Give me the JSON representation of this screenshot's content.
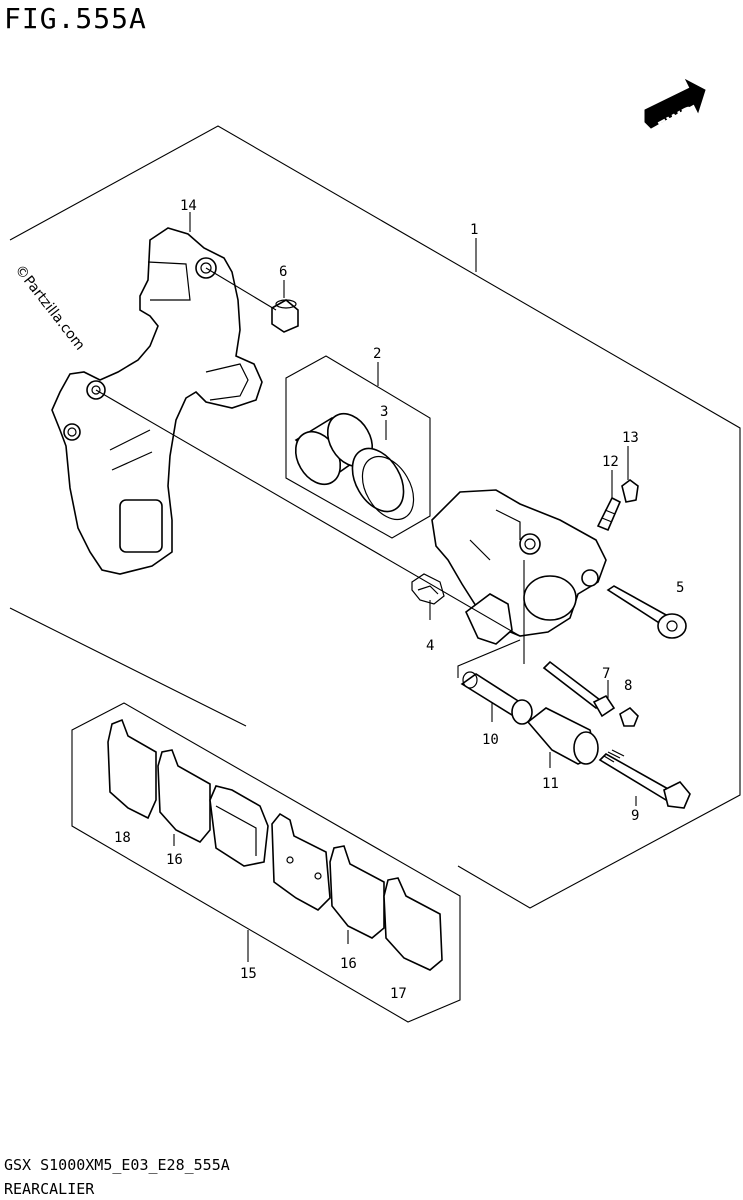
{
  "header": {
    "title": "FIG.555A"
  },
  "footer": {
    "code": "GSX S1000XM5_E03_E28_555A",
    "name": "REARCALIER"
  },
  "watermark": {
    "text": "©Partzilla.com"
  },
  "direction_badge": {
    "label": "FWD",
    "icon": "fwd-arrow-icon"
  },
  "callouts": {
    "c1": "1",
    "c2": "2",
    "c3": "3",
    "c4": "4",
    "c5": "5",
    "c6": "6",
    "c7": "7",
    "c8": "8",
    "c9": "9",
    "c10": "10",
    "c11": "11",
    "c12": "12",
    "c13": "13",
    "c14": "14",
    "c15": "15",
    "c16a": "16",
    "c16b": "16",
    "c17": "17",
    "c18": "18"
  },
  "colors": {
    "line": "#000000",
    "background": "#ffffff"
  }
}
